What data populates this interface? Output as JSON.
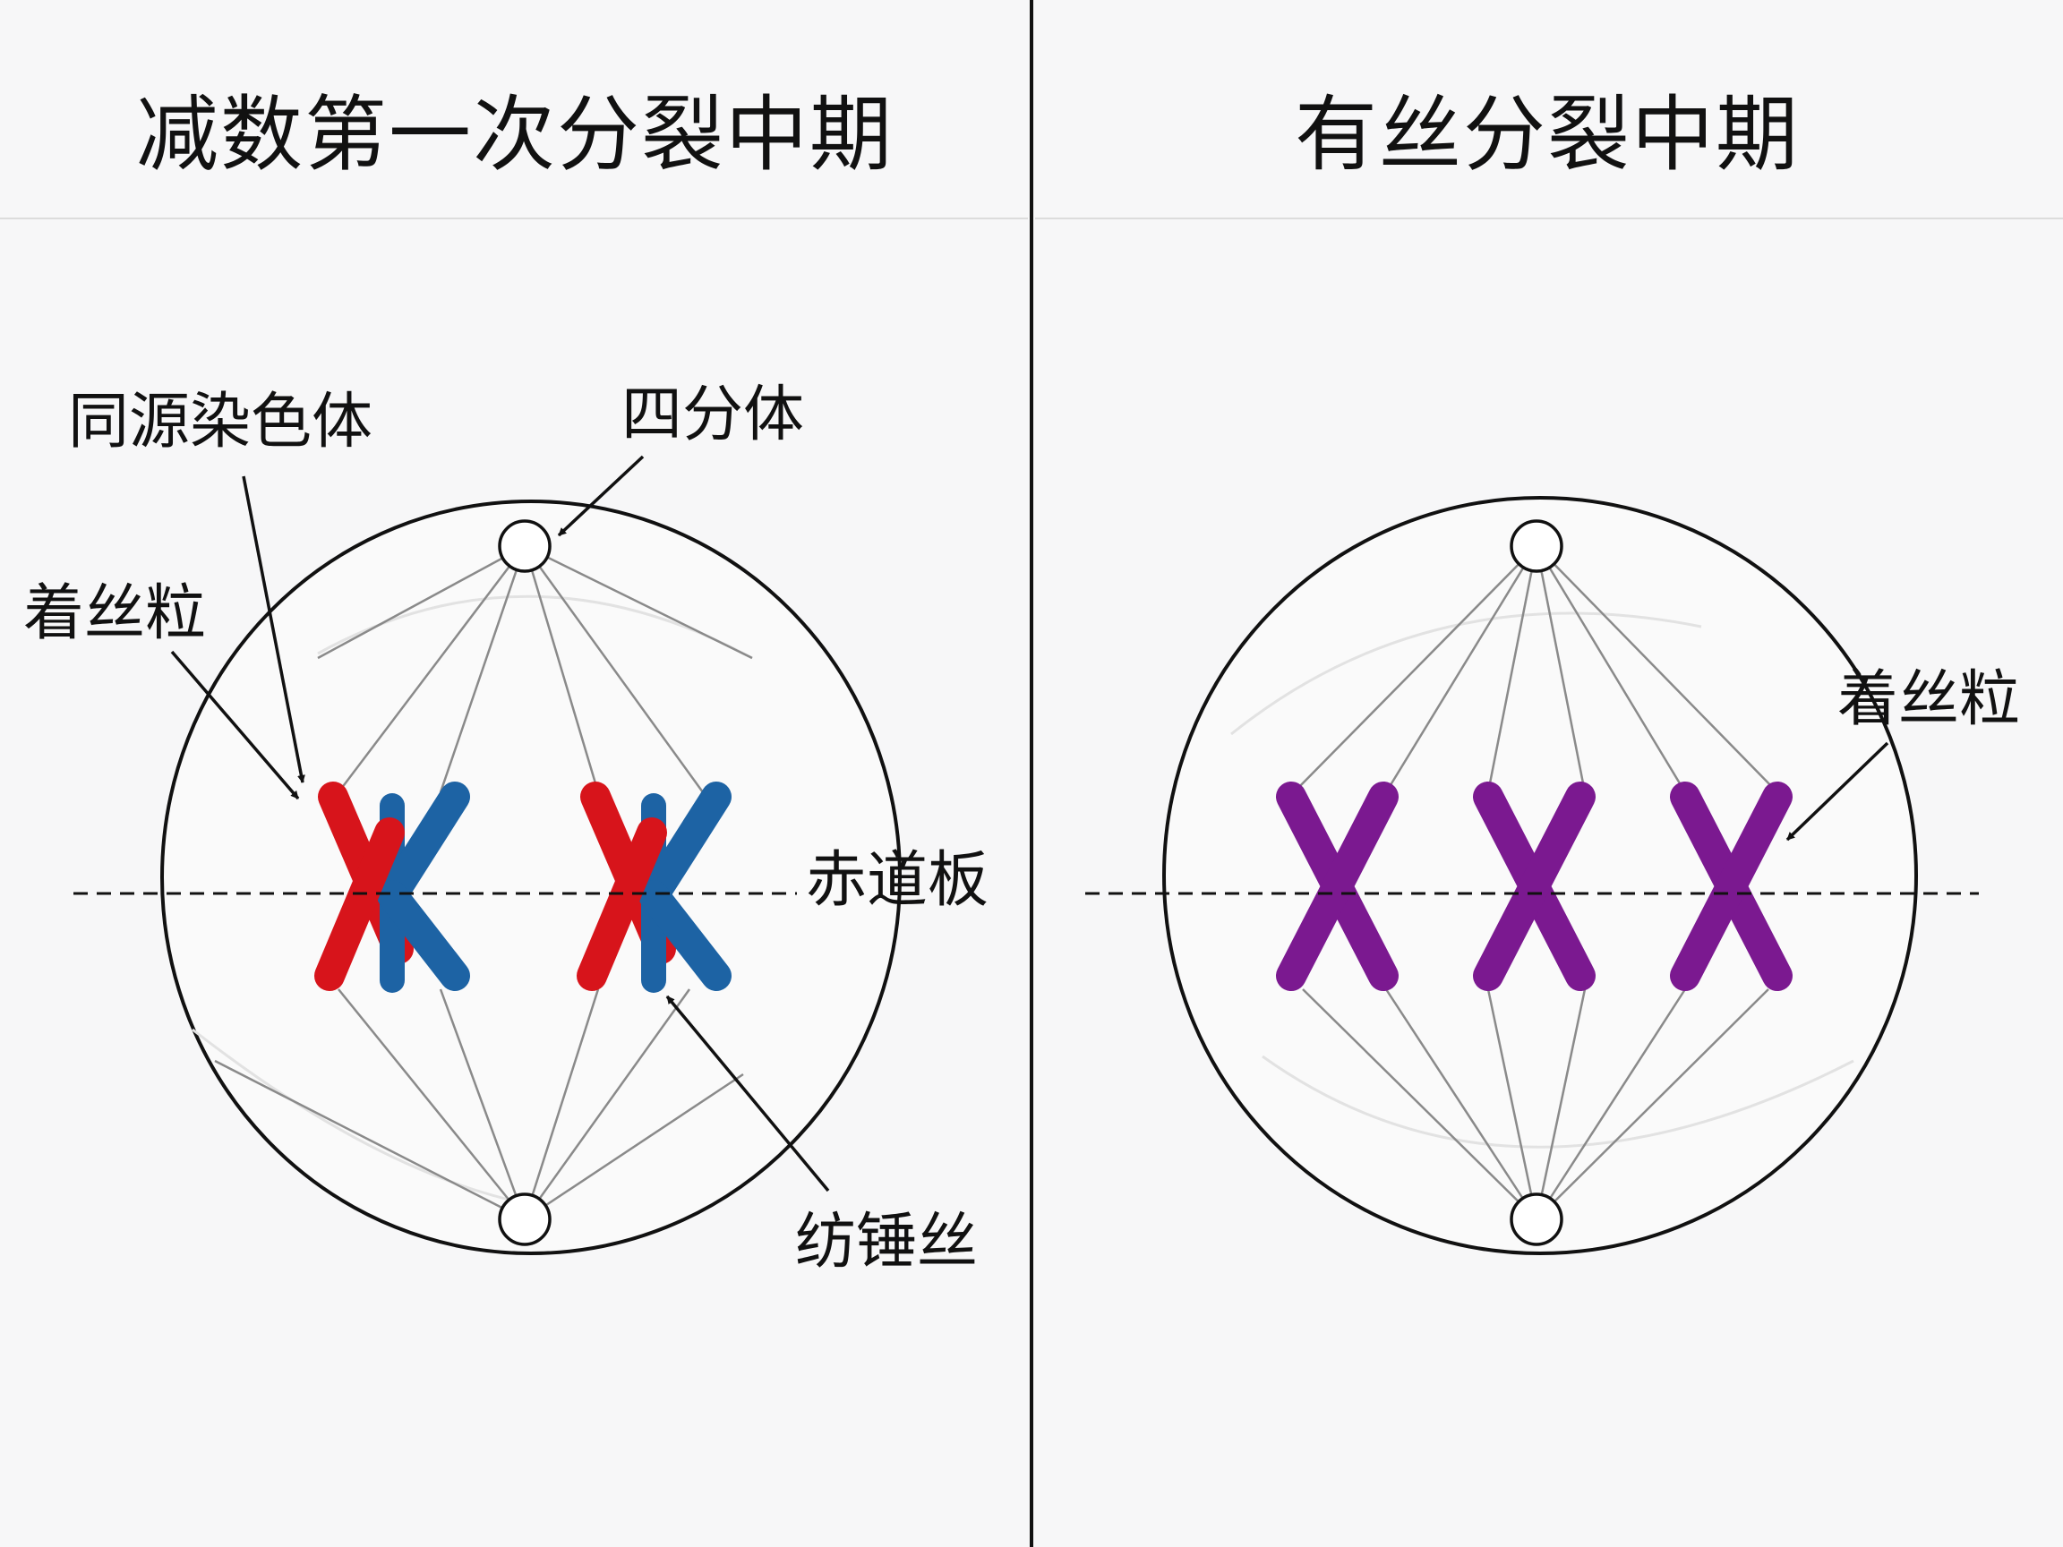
{
  "left_panel": {
    "title": "减数第一次分裂中期",
    "labels": {
      "homologous_chromosomes": "同源染色体",
      "tetrad": "四分体",
      "centromere": "着丝粒",
      "equatorial_plate": "赤道板",
      "spindle_fibers": "纺锤丝"
    }
  },
  "right_panel": {
    "title": "有丝分裂中期",
    "labels": {
      "centromere": "着丝粒"
    }
  },
  "colors": {
    "chromosome_red": "#d7141b",
    "chromosome_blue": "#1d63a4",
    "chromosome_purple": "#7b1990",
    "outline": "#111111",
    "spindle": "#8a8a8a"
  }
}
